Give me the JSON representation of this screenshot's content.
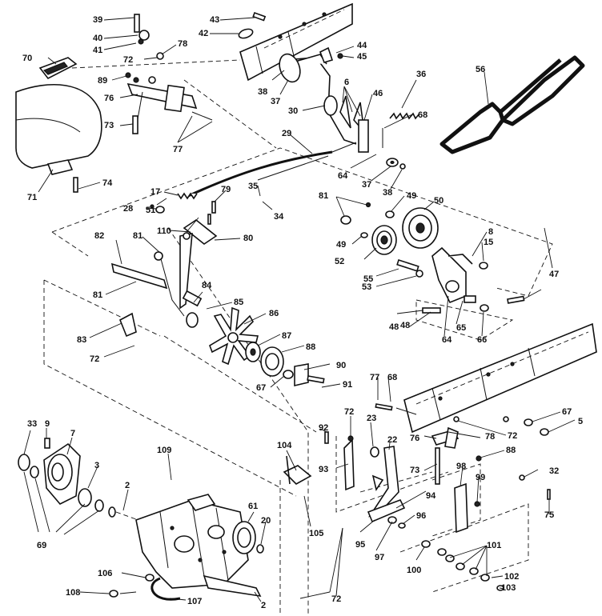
{
  "labels": [
    "39",
    "40",
    "41",
    "43",
    "42",
    "44",
    "45",
    "70",
    "78",
    "72",
    "89",
    "76",
    "73",
    "77",
    "71",
    "74",
    "38",
    "37",
    "30",
    "6",
    "46",
    "36",
    "68",
    "56",
    "29",
    "64",
    "37",
    "38",
    "17",
    "79",
    "28",
    "51",
    "35",
    "34",
    "81",
    "49",
    "50",
    "110",
    "80",
    "49",
    "52",
    "8",
    "15",
    "47",
    "82",
    "81",
    "81",
    "55",
    "53",
    "48",
    "48",
    "65",
    "64",
    "66",
    "84",
    "85",
    "86",
    "83",
    "72",
    "87",
    "88",
    "67",
    "90",
    "91",
    "77",
    "68",
    "67",
    "5",
    "72",
    "78",
    "76",
    "88",
    "73",
    "32",
    "98",
    "99",
    "75",
    "33",
    "9",
    "7",
    "3",
    "2",
    "109",
    "92",
    "72",
    "104",
    "93",
    "23",
    "22",
    "94",
    "61",
    "20",
    "96",
    "95",
    "97",
    "69",
    "105",
    "101",
    "100",
    "102",
    "103",
    "106",
    "108",
    "107",
    "2",
    "72"
  ]
}
